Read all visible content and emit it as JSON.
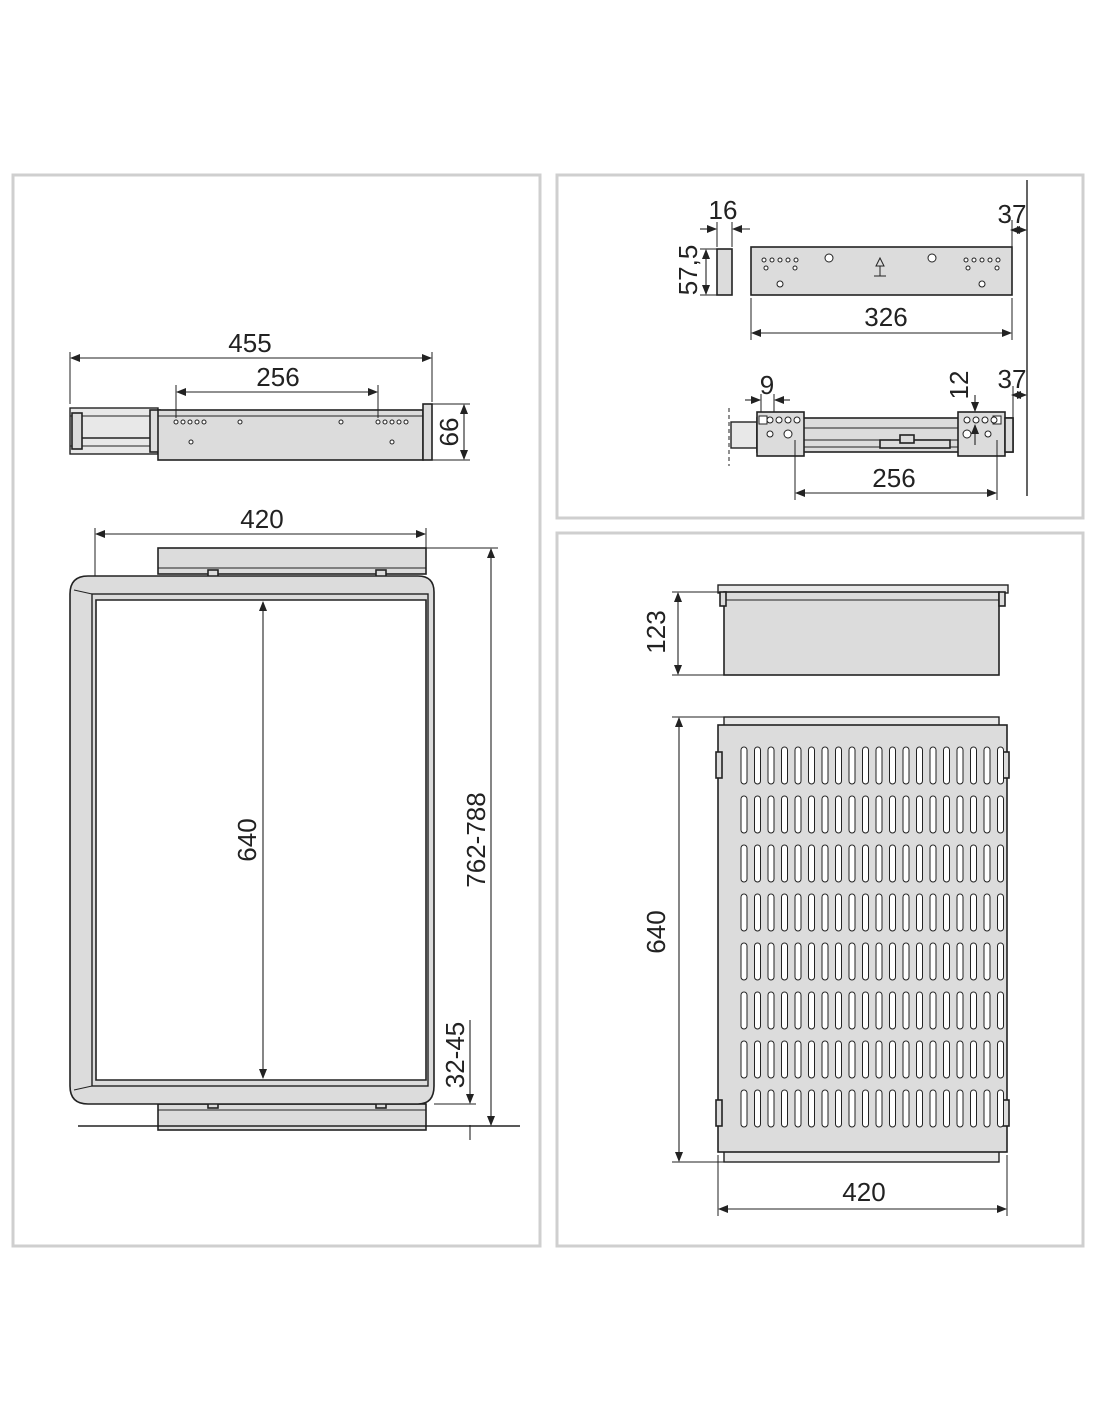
{
  "dimensions": {
    "side_total_length": "455",
    "side_hole_spacing": "256",
    "side_height": "66",
    "top_frame_width": "420",
    "top_inner_depth": "640",
    "top_total_depth": "762-788",
    "top_front_offset": "32-45",
    "bracket_thickness": "16",
    "bracket_height": "57,5",
    "bracket_offset": "37",
    "bracket_length": "326",
    "runner_hole_width": "9",
    "runner_hole_height": "12",
    "runner_offset": "37",
    "runner_hole_spacing": "256",
    "tray_height": "123",
    "tray_depth": "640",
    "tray_width": "420"
  },
  "colors": {
    "part_fill": "#dcdcdc",
    "line": "#222222",
    "panel_border": "#cfcfcf"
  }
}
